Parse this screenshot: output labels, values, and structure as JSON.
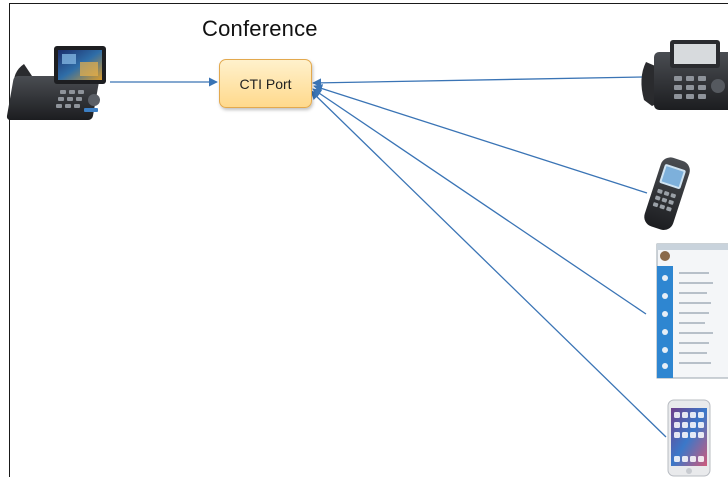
{
  "diagram": {
    "title": "Conference",
    "node_label": "CTI Port",
    "colors": {
      "arrow": "#3a74b5",
      "node_fill_top": "#fff1cc",
      "node_fill_bottom": "#ffd98c",
      "node_border": "#e3a94e"
    },
    "devices": [
      {
        "name": "video-desk-phone",
        "icon": "video-phone-icon"
      },
      {
        "name": "ip-desk-phone",
        "icon": "desk-phone-icon"
      },
      {
        "name": "wireless-phone",
        "icon": "wireless-phone-icon"
      },
      {
        "name": "jabber-client",
        "icon": "softphone-window-icon"
      },
      {
        "name": "smartphone",
        "icon": "smartphone-icon"
      }
    ]
  }
}
